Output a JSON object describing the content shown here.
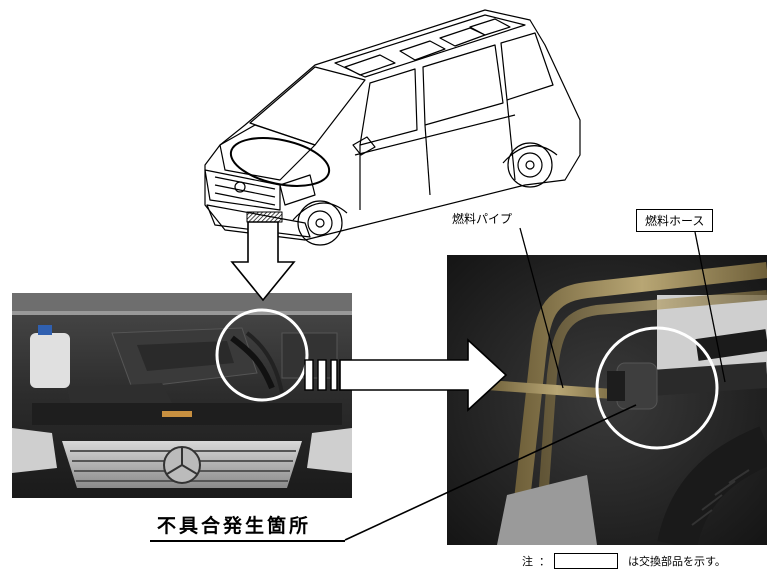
{
  "labels": {
    "fuel_pipe": "燃料パイプ",
    "fuel_hose": "燃料ホース",
    "defect_location": "不具合発生箇所"
  },
  "note": {
    "prefix": "注",
    "colon": "：",
    "suffix": "は交換部品を示す。"
  },
  "colors": {
    "line": "#000000",
    "circle_highlight": "#ffffff",
    "pipe": "#9c8a5a",
    "hose": "#3a3a3a"
  }
}
